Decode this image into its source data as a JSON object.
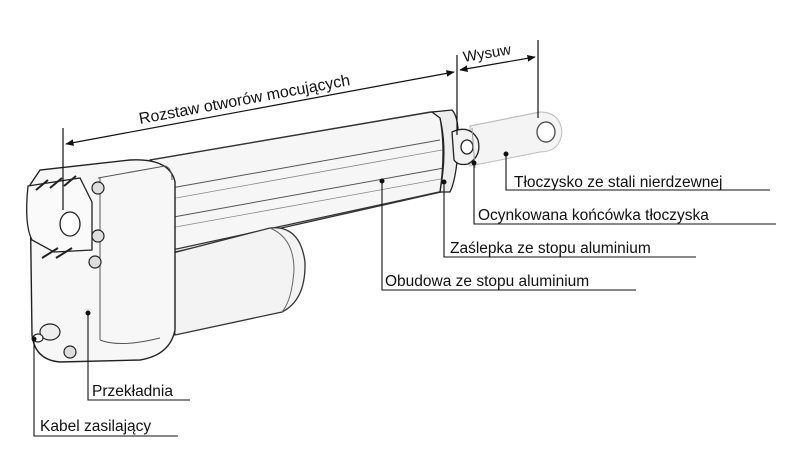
{
  "labels": {
    "mount_spacing": "Rozstaw otworów mocujących",
    "stroke": "Wysuw",
    "rod": "Tłoczysko ze stali nierdzewnej",
    "rod_end": "Ocynkowana końcówka tłoczyska",
    "end_cap": "Zaślepka ze stopu aluminium",
    "housing": "Obudowa ze stopu aluminium",
    "gearbox": "Przekładnia",
    "power_cable": "Kabel zasilający"
  }
}
